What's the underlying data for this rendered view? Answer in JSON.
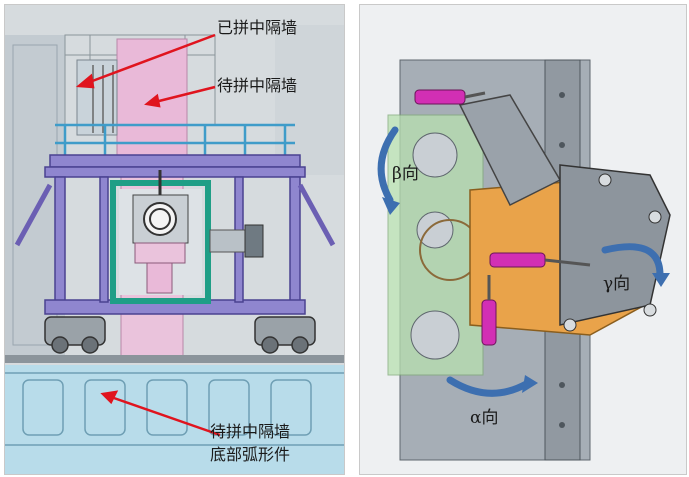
{
  "left_panel": {
    "labels": {
      "spliced_wall": "已拼中隔墙",
      "pending_wall": "待拼中隔墙",
      "arc_part_line1": "待拼中隔墙",
      "arc_part_line2": "底部弧形件"
    }
  },
  "right_panel": {
    "labels": {
      "beta": "β向",
      "gamma": "γ向",
      "alpha": "α向"
    }
  },
  "colors": {
    "annotation_arrow": "#e0141e",
    "rotation_arrow": "#3d6fb0",
    "actuator": "#d22fb4",
    "frame": "#6b5fb3",
    "railing": "#3f9cc9",
    "pink_wall": "#e9b9d8",
    "green_frame": "#1f9e86",
    "orange_block": "#e9a34a",
    "translucent_panel": "#b8e0b0"
  }
}
